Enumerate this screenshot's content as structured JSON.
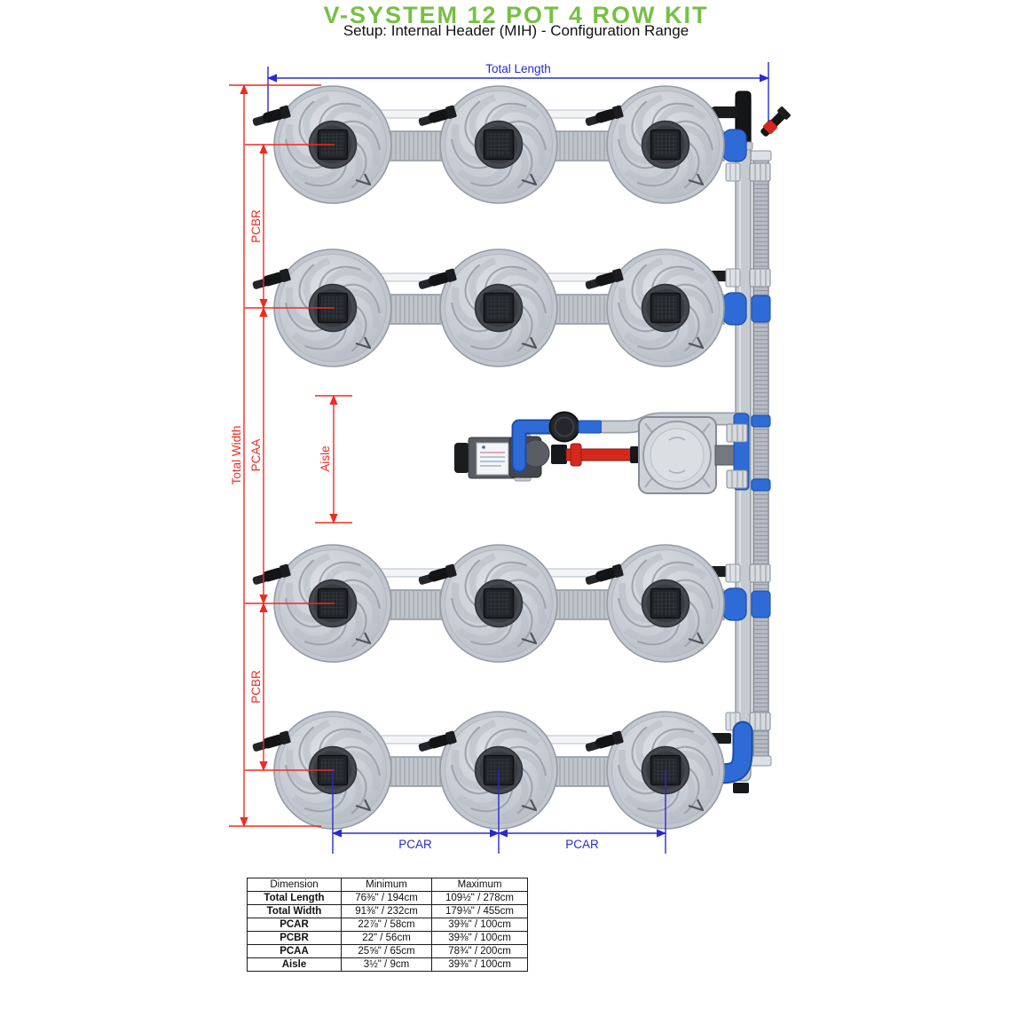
{
  "title": "V-SYSTEM 12 POT 4 ROW KIT",
  "subtitle": "Setup: Internal Header (MIH) - Configuration Range",
  "colors": {
    "title_green": "#76c043",
    "dimension_blue": "#2a2ad0",
    "dimension_red": "#ee2b22",
    "table_blue": "#3434d4",
    "table_red": "#ee3427",
    "pipe_blue": "#2e6bd6",
    "pot_grey": "#c2c7cf"
  },
  "dimensions": {
    "total_length": "Total Length",
    "total_width": "Total Width",
    "pcbr": "PCBR",
    "pcaa": "PCAA",
    "aisle": "Aisle",
    "pcar": "PCAR"
  },
  "table": {
    "headers": [
      "Dimension",
      "Minimum",
      "Maximum"
    ],
    "rows": [
      {
        "dimension": "Total Length",
        "min": "76⅜\" / 194cm",
        "max": "109½\" / 278cm"
      },
      {
        "dimension": "Total Width",
        "min": "91⅜\" / 232cm",
        "max": "179⅛\" / 455cm"
      },
      {
        "dimension": "PCAR",
        "min": "22⅞\" / 58cm",
        "max": "39⅜\" / 100cm"
      },
      {
        "dimension": "PCBR",
        "min": "22\" / 56cm",
        "max": "39⅜\" / 100cm"
      },
      {
        "dimension": "PCAA",
        "min": "25⅝\" / 65cm",
        "max": "78¾\" / 200cm"
      },
      {
        "dimension": "Aisle",
        "min": "3½\" / 9cm",
        "max": "39⅜\" / 100cm"
      }
    ]
  }
}
